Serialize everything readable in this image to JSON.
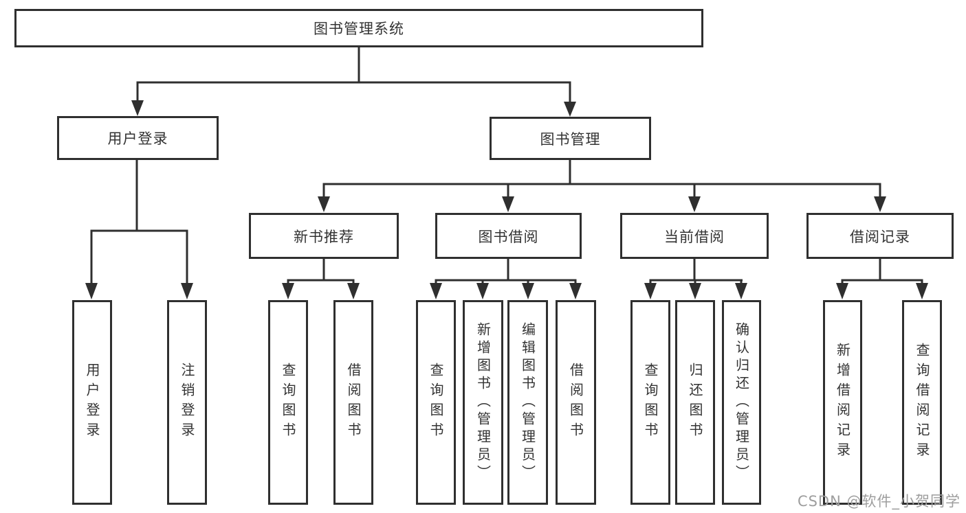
{
  "diagram": {
    "title": "图书管理系统",
    "colors": {
      "background": "#ffffff",
      "line": "#2f2f2f",
      "box_border": "#2f2f2f",
      "box_fill": "#ffffff",
      "text": "#333333",
      "watermark_text": "#9e9e9e"
    },
    "nodes": {
      "root": {
        "label": "图书管理系统",
        "level": 1
      },
      "user_login": {
        "label": "用户登录",
        "level": 2,
        "parent": "root"
      },
      "book_mgmt": {
        "label": "图书管理",
        "level": 2,
        "parent": "root"
      },
      "new_book_rec": {
        "label": "新书推荐",
        "level": 3,
        "parent": "book_mgmt"
      },
      "book_borrow": {
        "label": "图书借阅",
        "level": 3,
        "parent": "book_mgmt"
      },
      "current_borrow": {
        "label": "当前借阅",
        "level": 3,
        "parent": "book_mgmt"
      },
      "borrow_records": {
        "label": "借阅记录",
        "level": 3,
        "parent": "book_mgmt"
      },
      "leaf_user_login": {
        "label": "用户登录",
        "level": 4,
        "parent": "user_login"
      },
      "leaf_logout": {
        "label": "注销登录",
        "level": 4,
        "parent": "user_login"
      },
      "leaf_query_book_rec": {
        "label": "查询图书",
        "level": 4,
        "parent": "new_book_rec"
      },
      "leaf_borrow_book_rec": {
        "label": "借阅图书",
        "level": 4,
        "parent": "new_book_rec"
      },
      "leaf_query_book_borrow": {
        "label": "查询图书",
        "level": 4,
        "parent": "book_borrow"
      },
      "leaf_add_book": {
        "label": "新增图书（管理员）",
        "level": 4,
        "parent": "book_borrow"
      },
      "leaf_edit_book": {
        "label": "编辑图书（管理员）",
        "level": 4,
        "parent": "book_borrow"
      },
      "leaf_borrow_book": {
        "label": "借阅图书",
        "level": 4,
        "parent": "book_borrow"
      },
      "leaf_query_book_cur": {
        "label": "查询图书",
        "level": 4,
        "parent": "current_borrow"
      },
      "leaf_return_book": {
        "label": "归还图书",
        "level": 4,
        "parent": "current_borrow"
      },
      "leaf_confirm_return": {
        "label": "确认归还（管理员）",
        "level": 4,
        "parent": "current_borrow"
      },
      "leaf_add_record": {
        "label": "新增借阅记录",
        "level": 4,
        "parent": "borrow_records"
      },
      "leaf_query_record": {
        "label": "查询借阅记录",
        "level": 4,
        "parent": "borrow_records"
      }
    },
    "watermark": "CSDN @软件_小贺同学"
  }
}
